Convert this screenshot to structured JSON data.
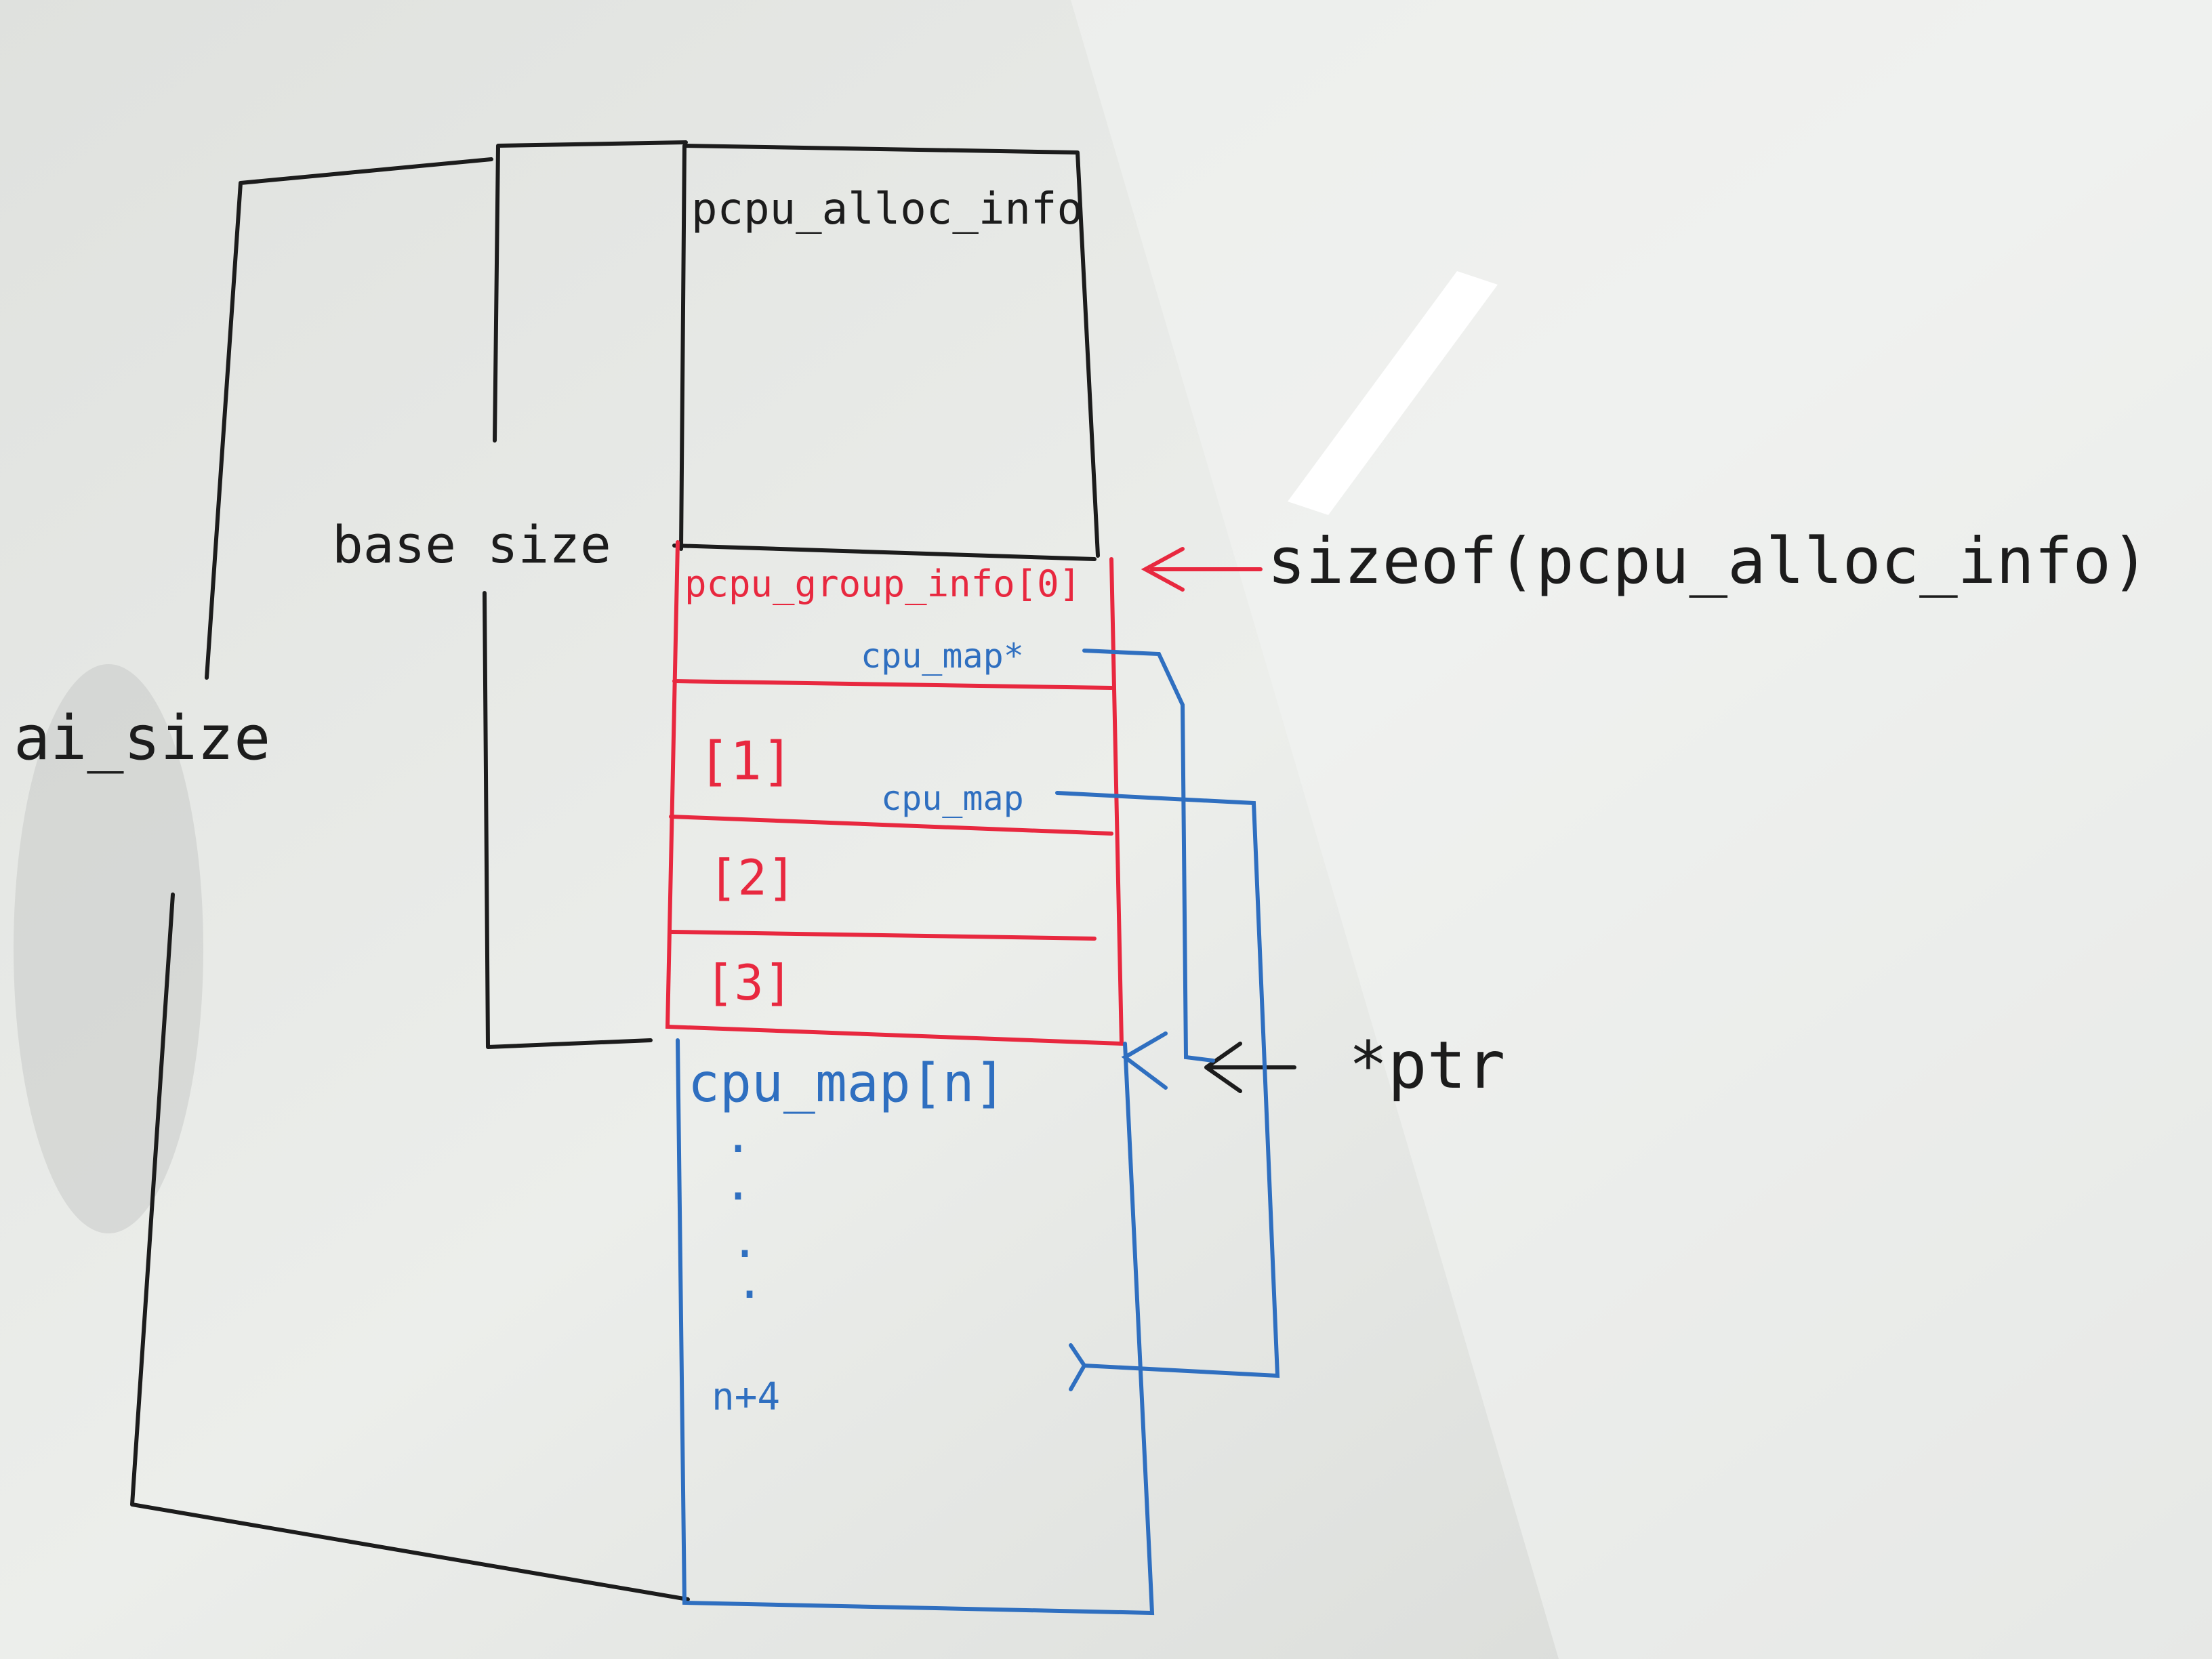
{
  "diagram": {
    "labels": {
      "struct_name": "pcpu_alloc_info",
      "base_size": "base size",
      "ai_size": "ai_size",
      "sizeof_label": "sizeof(pcpu_alloc_info)",
      "group_info_0": "pcpu_group_info[0]",
      "cpu_map_ptr_0": "cpu_map*",
      "group_1": "[1]",
      "cpu_map_ptr_1": "cpu_map",
      "group_2": "[2]",
      "group_3": "[3]",
      "cpu_map_n": "cpu_map[n]",
      "ptr_label": "*ptr",
      "dot_1": ".",
      "dot_2": ".",
      "dot_3": ".",
      "dot_4": ".",
      "bottom_entry": "n+4"
    },
    "colors": {
      "black_marker": "#1c1c1c",
      "red_marker": "#e8283f",
      "blue_marker": "#2f6fc0",
      "board": "#e4e6e3"
    }
  }
}
